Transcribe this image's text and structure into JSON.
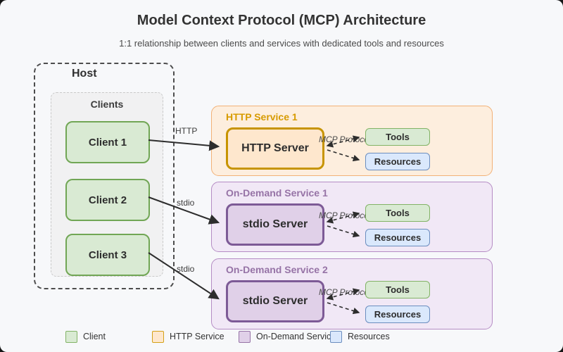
{
  "page": {
    "title": "Model Context Protocol (MCP) Architecture",
    "subtitle": "1:1 relationship between clients and services with dedicated tools and resources"
  },
  "host": {
    "label": "Host",
    "clients_group": {
      "label": "Clients",
      "items": [
        {
          "label": "Client 1"
        },
        {
          "label": "Client 2"
        },
        {
          "label": "Client 3"
        }
      ]
    }
  },
  "connections": [
    {
      "from": "Client 1",
      "to": "HTTP Server",
      "label": "HTTP",
      "style": "solid"
    },
    {
      "from": "Client 2",
      "to": "stdio Server",
      "label": "stdio",
      "style": "solid"
    },
    {
      "from": "Client 3",
      "to": "stdio Server",
      "label": "stdio",
      "style": "solid"
    }
  ],
  "services": [
    {
      "title": "HTTP Service 1",
      "server_label": "HTTP Server",
      "protocol_label": "MCP Protocol",
      "tools_label": "Tools",
      "resources_label": "Resources"
    },
    {
      "title": "On-Demand Service 1",
      "server_label": "stdio Server",
      "protocol_label": "MCP Protocol",
      "tools_label": "Tools",
      "resources_label": "Resources"
    },
    {
      "title": "On-Demand Service 2",
      "server_label": "stdio Server",
      "protocol_label": "MCP Protocol",
      "tools_label": "Tools",
      "resources_label": "Resources"
    }
  ],
  "legend": {
    "items": [
      {
        "label": "Client",
        "fill": "#d9ead3",
        "stroke": "#82b366"
      },
      {
        "label": "HTTP Service",
        "fill": "#fee7cd",
        "stroke": "#d4a017"
      },
      {
        "label": "On-Demand Service",
        "fill": "#e0d0e8",
        "stroke": "#9673a6"
      },
      {
        "label": "Resources",
        "fill": "#dae8fc",
        "stroke": "#6c8ebf"
      }
    ]
  },
  "colors": {
    "canvas_bg": "#f7f8fa",
    "client_fill": "#d9ead3",
    "client_stroke": "#71a655",
    "http_container_fill": "#fdeede",
    "http_container_stroke": "#f2b176",
    "http_server_fill": "#fee7cd",
    "http_server_stroke": "#c79400",
    "http_title": "#d79b00",
    "ondemand_container_fill": "#f1e8f6",
    "ondemand_container_stroke": "#b58cc4",
    "ondemand_server_fill": "#e0d0e8",
    "ondemand_server_stroke": "#7d5a96",
    "ondemand_title": "#9673a6",
    "tools_fill": "#d9ead3",
    "tools_stroke": "#82b366",
    "resources_fill": "#dae8fc",
    "resources_stroke": "#6c8ebf",
    "arrow": "#2d2d2d"
  }
}
